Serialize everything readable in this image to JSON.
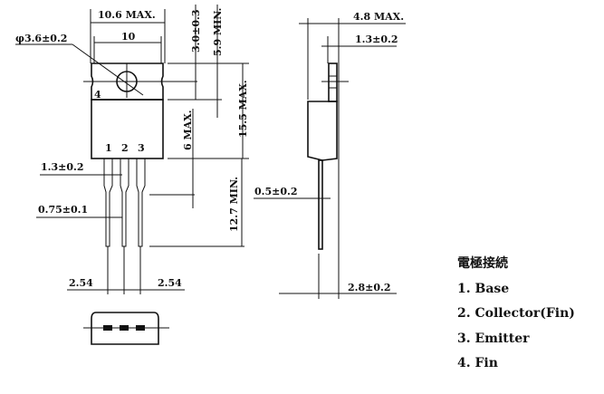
{
  "front_view": {
    "dim_width_max": "10.6 MAX.",
    "dim_width": "10",
    "dim_hole": "φ3.6±0.2",
    "dim_tab_hole": "3.0±0.3",
    "dim_tab_min": "5.9 MIN.",
    "dim_body_height": "15.5 MAX.",
    "dim_lead_shoulder": "6 MAX.",
    "dim_lead_length": "12.7 MIN.",
    "dim_lead_width": "1.3±0.2",
    "dim_lead_thin": "0.75±0.1",
    "dim_pitch_left": "2.54",
    "dim_pitch_right": "2.54",
    "pin_labels": [
      "1",
      "2",
      "3"
    ],
    "fin_label": "4"
  },
  "side_view": {
    "dim_thickness": "4.8 MAX.",
    "dim_fin": "1.3±0.2",
    "dim_lead": "0.5±0.2",
    "dim_offset": "2.8±0.2"
  },
  "legend": {
    "title": "電極接続",
    "items": [
      "1. Base",
      "2. Collector(Fin)",
      "3. Emitter",
      "4. Fin"
    ]
  }
}
